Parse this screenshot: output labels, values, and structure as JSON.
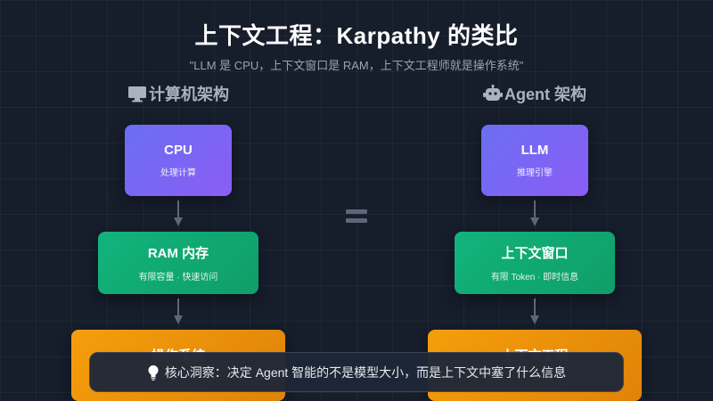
{
  "title": "上下文工程：Karpathy 的类比",
  "subtitle": "\"LLM 是 CPU，上下文窗口是 RAM，上下文工程师就是操作系统\"",
  "left": {
    "header": "计算机架构",
    "header_icon": "monitor-icon",
    "boxes": [
      {
        "name": "CPU",
        "desc": "处理计算"
      },
      {
        "name": "RAM 内存",
        "desc": "有限容量 · 快速访问"
      },
      {
        "name": "操作系统",
        "desc": ""
      }
    ]
  },
  "right": {
    "header": "Agent 架构",
    "header_icon": "robot-icon",
    "boxes": [
      {
        "name": "LLM",
        "desc": "推理引擎"
      },
      {
        "name": "上下文窗口",
        "desc": "有限 Token · 即时信息"
      },
      {
        "name": "上下文工程",
        "desc": ""
      }
    ]
  },
  "insight": {
    "icon": "lightbulb-icon",
    "text": "核心洞察：决定 Agent 智能的不是模型大小，而是上下文中塞了什么信息"
  },
  "colors": {
    "background": "#161d2b",
    "purple": "#7c66f4",
    "green": "#10a874",
    "orange": "#f0920a",
    "arrow": "#5d6778"
  }
}
